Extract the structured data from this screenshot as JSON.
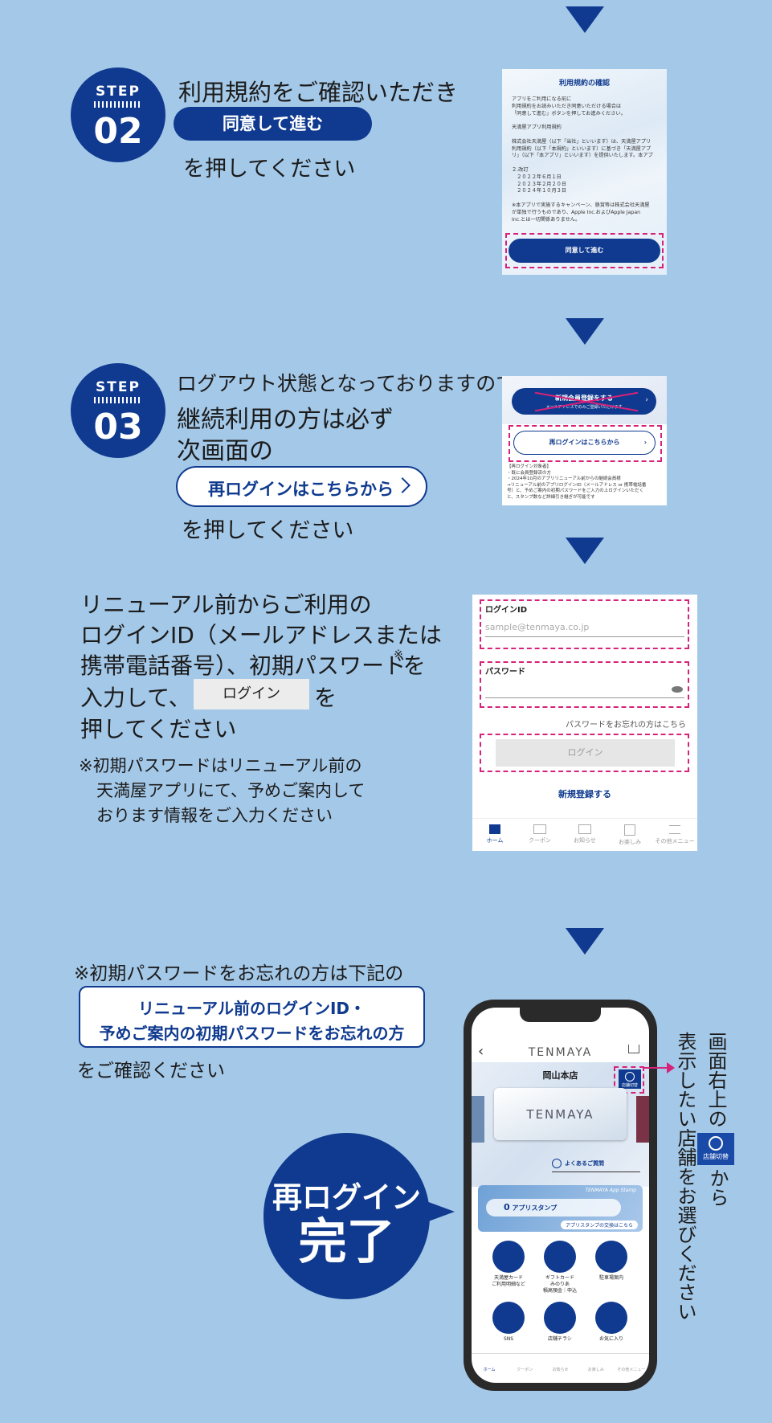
{
  "step2": {
    "step_label": "STEP",
    "number": "02",
    "line1": "利用規約をご確認いただき",
    "button": "同意して進む",
    "line2": "を押してください",
    "shot": {
      "title": "利用規約の確認",
      "body": "アプリをご利用になる前に\n利用規約をお読みいただき同意いただける場合は\n「同意して進む」ボタンを押してお進みください。\n\n天満屋アプリ利用規約\n\n株式会社天満屋（以下「当社」といいます）は、天満屋アプリ\n利用規約（以下「本規約」といいます）に基づき「天満屋アプ\nリ」（以下「本アプリ」といいます）を提供いたします。本アプ\n\n２.改訂\n　２０２２年６月１日\n　２０２３年２月２０日\n　２０２４年１０月３日\n\n※本アプリで実施するキャンペーン、懸賞等は株式会社天満屋\nが単独で行うものであり、Apple Inc.およびApple Japan\nInc.とは一切関係ありません。",
      "button": "同意して進む"
    }
  },
  "step3": {
    "step_label": "STEP",
    "number": "03",
    "line1": "ログアウト状態となっておりますので",
    "line2": "継続利用の方は必ず",
    "line3": "次画面の",
    "button": "再ログインはこちらから",
    "line4": "を押してください",
    "shot": {
      "register": "新規会員登録をする",
      "register_sub": "メールアドレスでのみご登録いただけます",
      "relogin": "再ログインはこちらから",
      "note": "【再ログイン対象者】\n・既に会員登録済の方\n・2024年10月のアプリリニューアル前からの継続会員様\n→リニューアル前のアプリログインID（メールアドレス or 携帯電話番\n号）と、予めご案内の初期パスワードをご入力の上ログインいただく\nと、スタンプ数など詳細引き継ぎが可能です"
    }
  },
  "login": {
    "line1": "リニューアル前からご利用の",
    "line2": "ログインID（メールアドレスまたは",
    "line3a": "携帯電話番号）、初期パスワード",
    "mark": "※",
    "line3b": "を",
    "line4a": "入力して、",
    "button": "ログイン",
    "line4b": "を",
    "line5": "押してください",
    "note1": "※初期パスワードはリニューアル前の",
    "note2": "天満屋アプリにて、予めご案内して",
    "note3": "おります情報をご入力ください",
    "shot": {
      "id_label": "ログインID",
      "id_placeholder": "sample@tenmaya.co.jp",
      "pw_label": "パスワード",
      "forgot": "パスワードをお忘れの方はこちら",
      "login_btn": "ログイン",
      "new_reg": "新規登録する",
      "tabs": [
        {
          "label": "ホーム",
          "icon": "home-icon"
        },
        {
          "label": "クーポン",
          "icon": "ticket-icon"
        },
        {
          "label": "お知らせ",
          "icon": "megaphone-icon"
        },
        {
          "label": "お楽しみ",
          "icon": "gift-icon"
        },
        {
          "label": "その他メニュー",
          "icon": "menu-icon"
        }
      ]
    }
  },
  "bottom": {
    "line1": "※初期パスワードをお忘れの方は下記の",
    "box1": "リニューアル前のログインID・",
    "box2": "予めご案内の初期パスワードをお忘れの方",
    "line2": "をご確認ください",
    "done1": "再ログイン",
    "done2": "完了",
    "vert1a": "画面右上の",
    "vert1b": "から",
    "vert2": "表示したい店舗をお選びください",
    "switch_label": "店舗切替",
    "phone": {
      "logo": "TENMAYA",
      "store": "岡山本店",
      "card_logo": "TENMAYA",
      "faq": "よくあるご質問",
      "stamp_header": "TENMAYA App Stamp",
      "stamp_count": "0",
      "stamp_label": "アプリスタンプ",
      "stamp_exchange": "アプリスタンプの交換はこちら",
      "switch": "店舗切替",
      "grid": [
        {
          "label": "天満屋カード\nご利用明細など",
          "icon": "card-icon"
        },
        {
          "label": "ギフトカード\nみのりあ\n積高預金｜申込",
          "icon": "giftcard-icon"
        },
        {
          "label": "駐車場案内",
          "icon": "parking-icon"
        },
        {
          "label": "SNS",
          "icon": "sns-icon"
        },
        {
          "label": "店舗チラシ",
          "icon": "flyer-icon"
        },
        {
          "label": "お気に入り",
          "icon": "favorite-icon"
        }
      ],
      "tabs": [
        "ホーム",
        "クーポン",
        "お知らせ",
        "お楽しみ",
        "その他メニュー"
      ]
    }
  },
  "colors": {
    "navy": "#0f3a8f",
    "bg": "#a4c8e8",
    "pink": "#d6227a"
  }
}
